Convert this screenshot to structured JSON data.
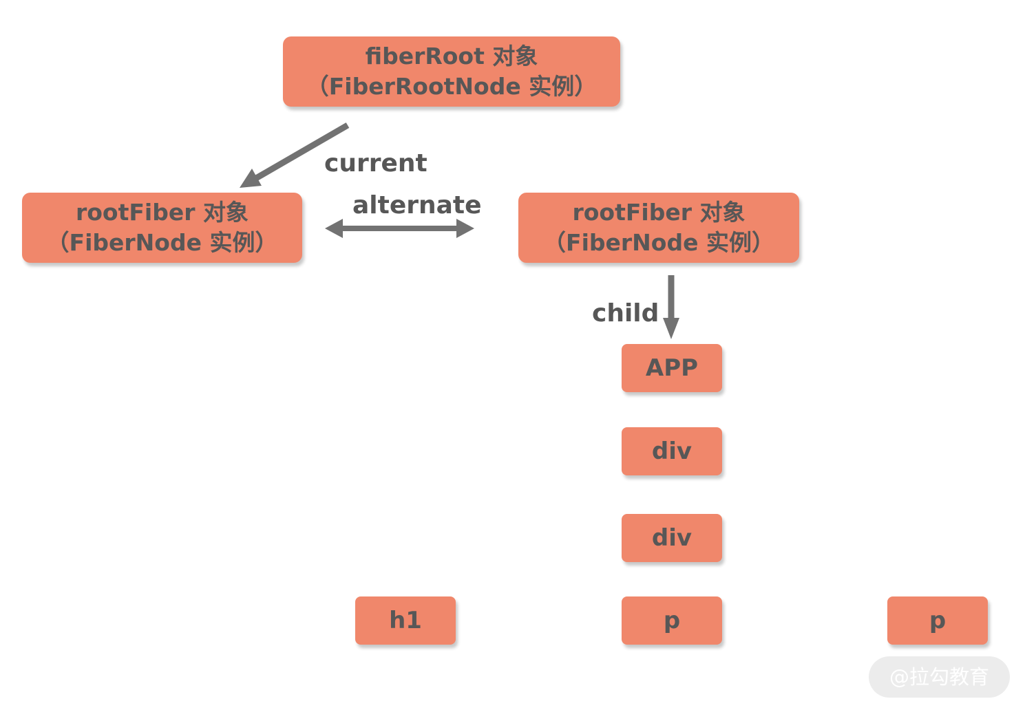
{
  "nodes": {
    "fiber_root": {
      "line1": "fiberRoot 对象",
      "line2": "（FiberRootNode 实例）"
    },
    "root_fiber_current": {
      "line1": "rootFiber 对象",
      "line2": "（FiberNode 实例）"
    },
    "root_fiber_wip": {
      "line1": "rootFiber 对象",
      "line2": "（FiberNode 实例）"
    },
    "app": "APP",
    "div_1": "div",
    "div_2": "div",
    "h1": "h1",
    "p_1": "p",
    "p_2": "p"
  },
  "edges": {
    "current": "current",
    "alternate": "alternate",
    "child": "child"
  },
  "watermark": "@拉勾教育",
  "colors": {
    "node_fill": "#f0876b",
    "text": "#575757",
    "arrow": "#727272"
  }
}
